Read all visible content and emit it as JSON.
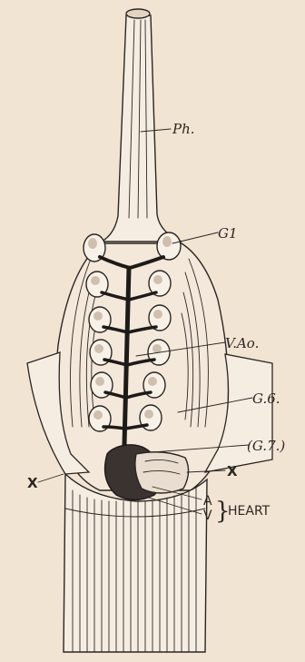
{
  "figure": {
    "labels": {
      "pharynx": "Ph.",
      "first_gill": "G1",
      "ventral_aorta": "V.Ao.",
      "gill_six": "G.6.",
      "gill_seven": "(G.7.)",
      "cross_left": "X",
      "cross_right": "X",
      "atrium": "A",
      "ventricle": "V",
      "heart": "HEART",
      "brace": "}"
    },
    "colors": {
      "background": "#f2e4d3",
      "ink": "#2b2623",
      "vessel": "#1e1a18",
      "tissue": "#f6ede2",
      "shade": "#cfc0ae"
    },
    "icons": [
      "brace-glyph"
    ]
  }
}
